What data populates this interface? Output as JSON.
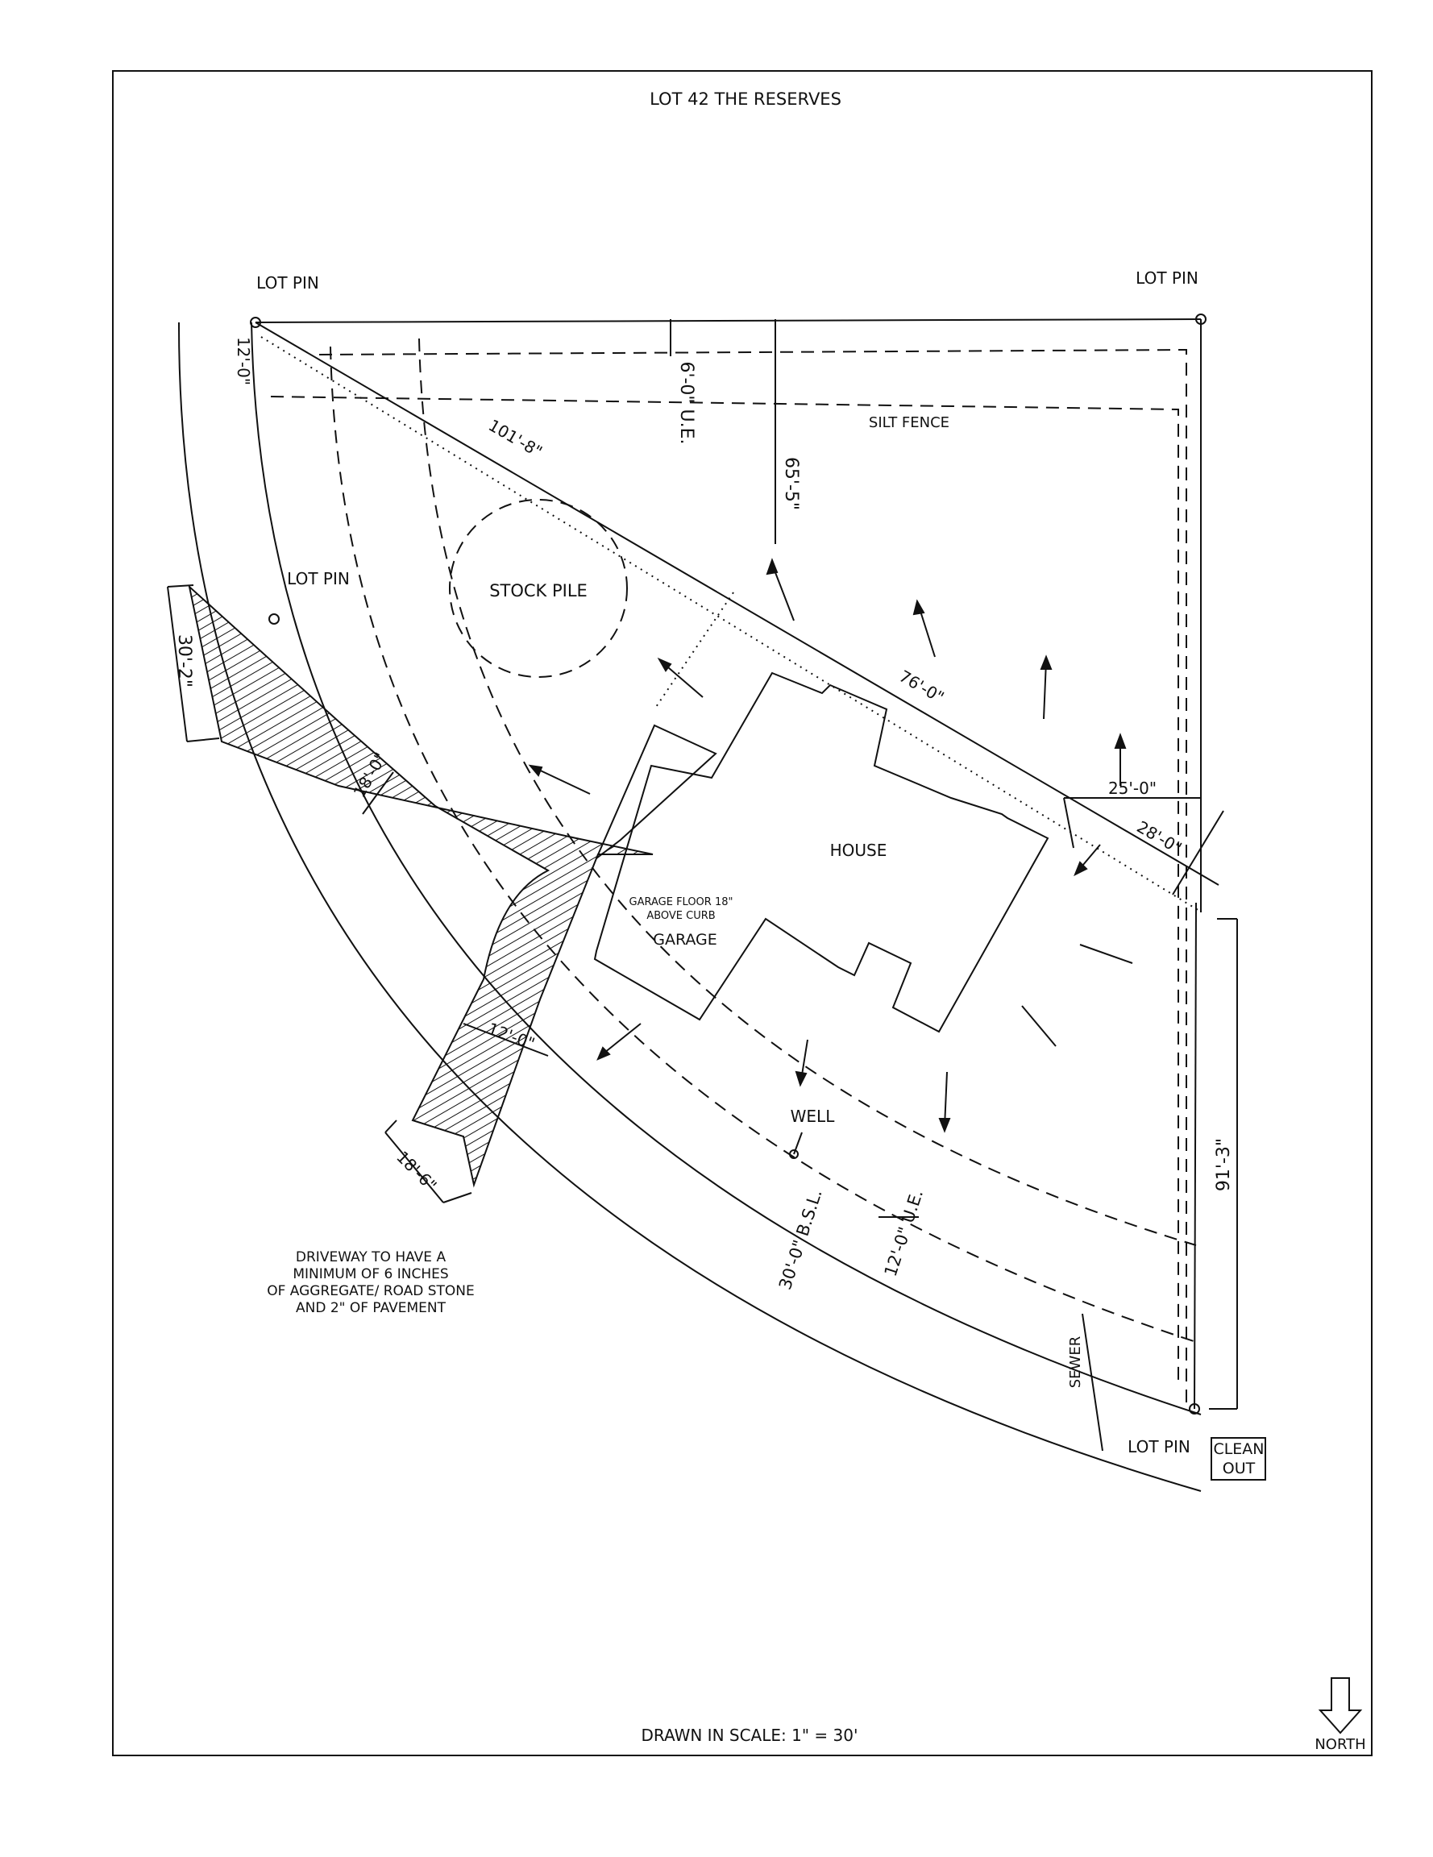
{
  "title": "LOT 42 THE RESERVES",
  "scale_note": "DRAWN IN SCALE: 1\" = 30'",
  "north_label": "NORTH",
  "labels": {
    "lot_pin": "LOT PIN",
    "stock_pile": "STOCK PILE",
    "silt_fence": "SILT FENCE",
    "house": "HOUSE",
    "garage": "GARAGE",
    "garage_floor_1": "GARAGE FLOOR 18\"",
    "garage_floor_2": "ABOVE CURB",
    "well": "WELL",
    "sewer": "SEWER",
    "clean_out_1": "CLEAN",
    "clean_out_2": "OUT",
    "driveway_note": [
      "DRIVEWAY TO HAVE A",
      "MINIMUM OF 6 INCHES",
      "OF AGGREGATE/ ROAD STONE",
      "AND 2\" OF PAVEMENT"
    ]
  },
  "dimensions": {
    "d12_top": "12'-0\"",
    "d6_ue": "6'-0\" U.E.",
    "d101_8": "101'-8\"",
    "d65_5": "65'-5\"",
    "d76_0": "76'-0\"",
    "d25_0": "25'-0\"",
    "d28_0": "28'-0\"",
    "d30_2": "30'-2\"",
    "d18_0": "18'-0\"",
    "d12_0_drive": "12'-0\"",
    "d18_6": "18'-6\"",
    "d30_bsl": "30'-0\" B.S.L.",
    "d12_ue": "12'-0\" U.E.",
    "d91_3": "91'-3\""
  },
  "colors": {
    "ink": "#111111",
    "paper": "#ffffff"
  }
}
